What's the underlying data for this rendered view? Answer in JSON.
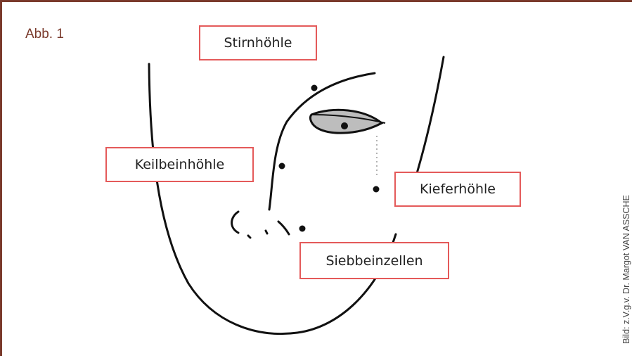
{
  "figure_label": "Abb. 1",
  "labels": {
    "stirnhoehle": "Stirnhöhle",
    "keilbeinhoehle": "Keilbeinhöhle",
    "kieferhoehle": "Kieferhöhle",
    "siebbeinzellen": "Siebbeinzellen"
  },
  "credit": "Bild: z.V.g.v. Dr. Margot VAN ASSCHE",
  "colors": {
    "frame": "#7a3a2c",
    "label_border": "#e45a5a",
    "line": "#111111",
    "eye_fill": "#bdbdbd"
  }
}
